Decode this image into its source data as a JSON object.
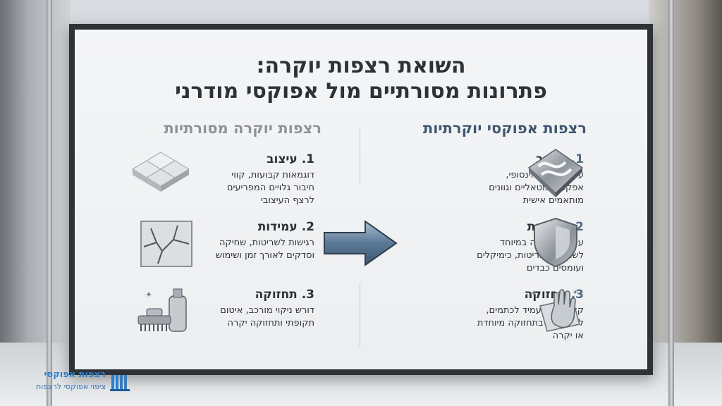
{
  "title": {
    "line1": "השואת רצפות יוקרה:",
    "line2": "פתרונות מסורתיים מול אפוקסי מודרני"
  },
  "epoxy": {
    "heading": "רצפות אפוקסי יוקרתיות",
    "items": [
      {
        "num": "1.",
        "title": "עיצוב",
        "desc": "עיצוב חלק ואינסופי,\nאפקטים מטאליים וגוונים\nמותאמים אישית",
        "icon": "marble-swirl-tile-icon"
      },
      {
        "num": "2.",
        "title": "עמידות",
        "desc": "עמידות גבוהה במיוחד\nלשחיקה, שריטות, כימיקלים\nועומסים כבדים",
        "icon": "shield-icon"
      },
      {
        "num": "3.",
        "title": "תחזוקה",
        "desc": "קל לניקוי, עמיד לכתמים,\nללא צורך בתחזוקה מיוחדת\nאו יקרה",
        "icon": "cleaning-glove-icon"
      }
    ]
  },
  "traditional": {
    "heading": "רצפות יוקרה מסורתיות",
    "items": [
      {
        "num": "1.",
        "title": "עיצוב",
        "desc": "דוגמאות קבועות, קווי\nחיבור גלויים המפריעים\nלרצף העיצובי",
        "icon": "marble-tiles-icon"
      },
      {
        "num": "2.",
        "title": "עמידות",
        "desc": "רגישות לשריטות, שחיקה\nוסדקים לאורך זמן ושימוש",
        "icon": "cracked-tile-icon"
      },
      {
        "num": "3.",
        "title": "תחזוקה",
        "desc": "דורש ניקוי מורכב, איטום\nתקופתי ותחזוקה יקרה",
        "icon": "cleaning-supplies-icon"
      }
    ]
  },
  "logo": {
    "name": "רצפות אפוקסי",
    "tagline": "ציפוי אפוקסי לרצפות"
  },
  "colors": {
    "accent": "#3f5870",
    "muted": "#8e9399",
    "brand": "#2c7fd0"
  }
}
